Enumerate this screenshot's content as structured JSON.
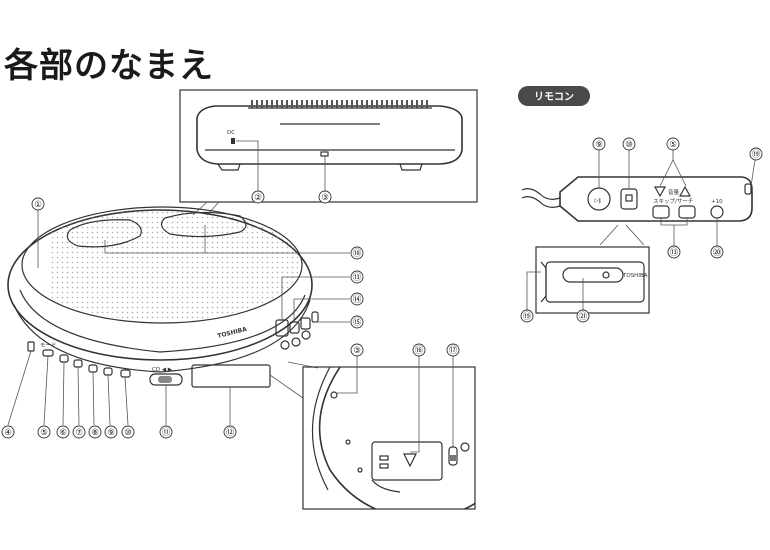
{
  "title": "各部のなまえ",
  "remote_label": "リモコン",
  "player": {
    "brand": "TOSHIBA",
    "cd_label": "CD ◀ ▶"
  },
  "remote": {
    "search_label": "スキップ/サーチ",
    "volume_label": "音量",
    "jack_label": "TOSHIBA"
  },
  "callouts": {
    "c1": "①",
    "c2": "②",
    "c3": "③",
    "c4": "④",
    "c5": "⑤",
    "c6": "⑥",
    "c7": "⑦",
    "c8": "⑧",
    "c9": "⑨",
    "c10": "⑩",
    "c11": "⑪",
    "c12": "⑫",
    "c13": "⑬",
    "c14": "⑭",
    "c15": "⑮",
    "c16": "⑯",
    "c17": "⑰",
    "c18": "⑱",
    "c19": "⑲",
    "c20": "⑳",
    "c21": "㉑"
  },
  "colors": {
    "line": "#333333",
    "badge": "#4a4a4a",
    "panel": "#e8e8e8"
  }
}
